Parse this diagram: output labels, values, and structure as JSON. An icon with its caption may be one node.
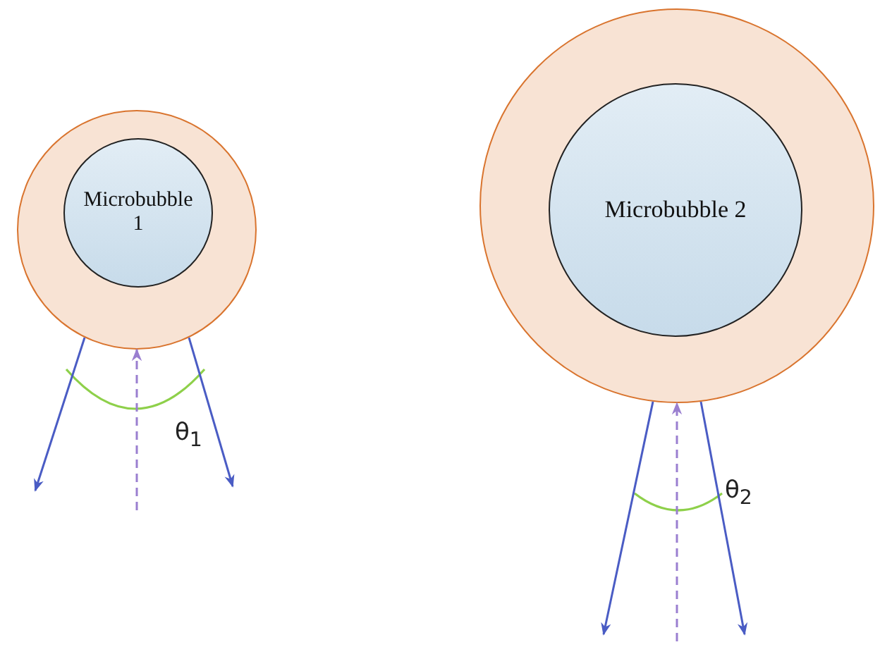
{
  "diagram": {
    "nodes": [
      {
        "text": [],
        "shape": "circle"
      },
      {
        "text": [
          "Microbubble 1"
        ],
        "in": 0
      },
      {
        "text": [],
        "shape": "circle"
      },
      {
        "text": [
          "Microbubble 2"
        ],
        "in": 2
      }
    ],
    "edges": [
      {
        "from": 0,
        "to": null,
        "arrow": "to"
      },
      {
        "from": 0,
        "to": null,
        "arrow": "to"
      },
      {
        "from": null,
        "to": 0,
        "arrow": "to",
        "style": "dashed",
        "color": "#9a7fd0"
      },
      {
        "from": 2,
        "to": null,
        "arrow": "to"
      },
      {
        "from": 2,
        "to": null,
        "arrow": "to"
      },
      {
        "from": null,
        "to": 2,
        "arrow": "to",
        "style": "dashed",
        "color": "#9a7fd0"
      }
    ],
    "labels": [
      "θ$_{1}$",
      "θ$_{2}$"
    ]
  }
}
